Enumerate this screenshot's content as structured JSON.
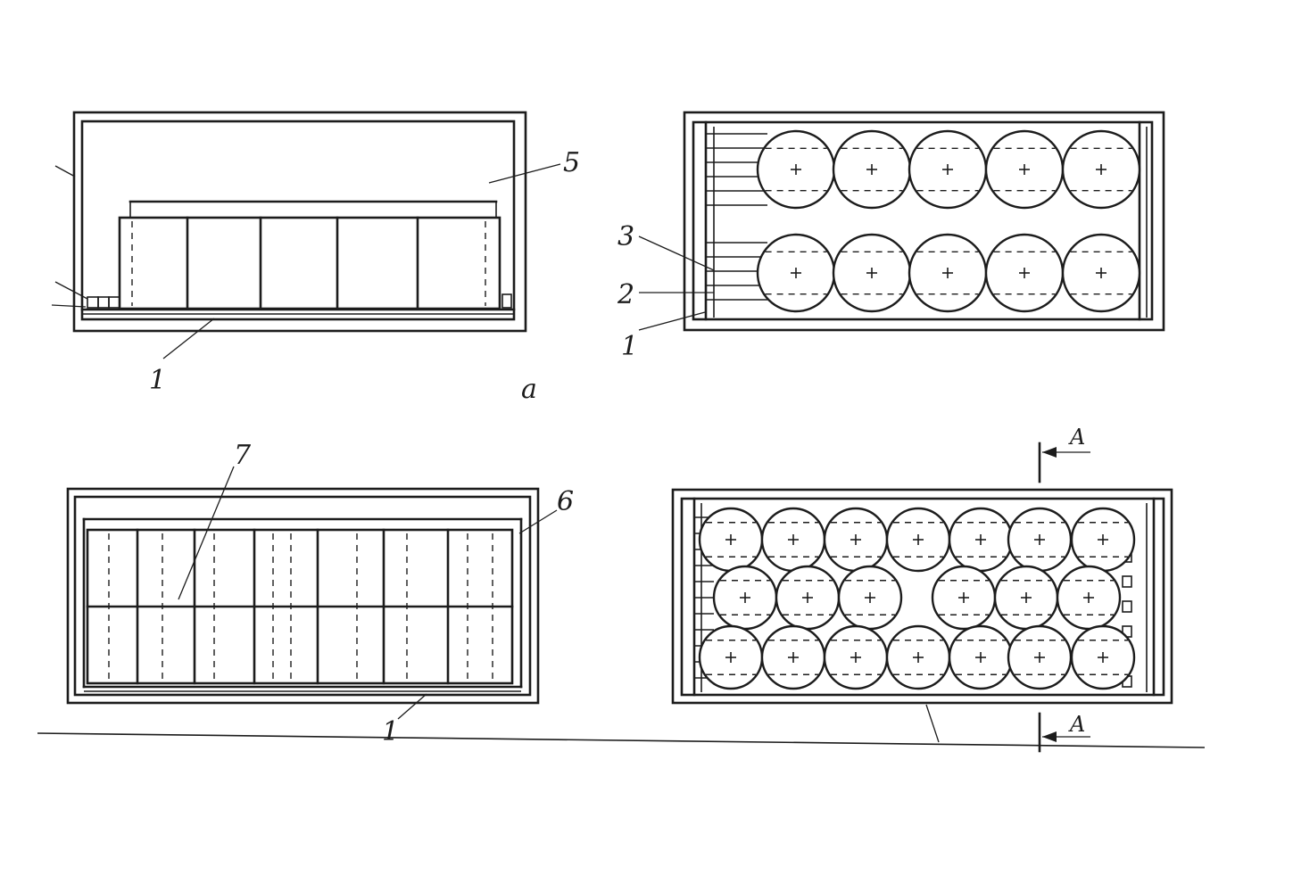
{
  "labels": {
    "c1_side": "1",
    "c5": "5",
    "c3": "3",
    "c2": "2",
    "c1_plan": "1",
    "variant": "a",
    "c7": "7",
    "c6": "6",
    "c1_bottom": "1",
    "section_top": "A",
    "section_bottom": "A"
  }
}
